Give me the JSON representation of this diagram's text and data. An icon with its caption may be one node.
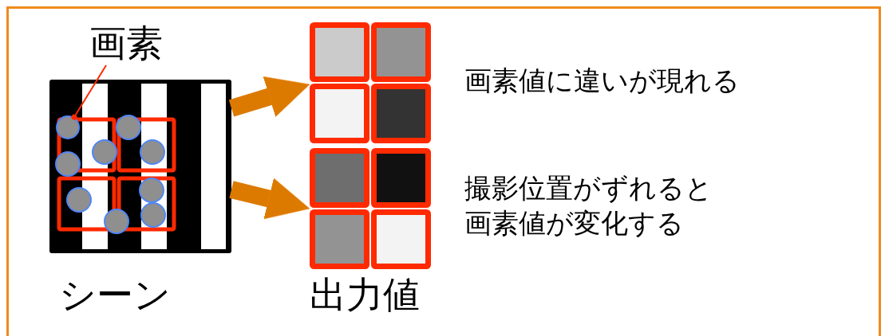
{
  "diagram": {
    "nodes": [
      {
        "text": [
          "画素"
        ]
      },
      {
        "text": [],
        "shape": "picture",
        "beside": [
          "シーン"
        ]
      },
      {
        "text": [],
        "shape": "circle",
        "in": 1
      },
      {
        "text": [],
        "shape": "box"
      },
      {
        "text": [],
        "shape": "box"
      }
    ],
    "edges": [
      {
        "from": 0,
        "to": 2,
        "arrow": "other",
        "color": "#ff2a00"
      },
      {
        "from": 1,
        "to": 3,
        "arrow": "to"
      },
      {
        "from": 1,
        "to": 4,
        "arrow": "to"
      }
    ],
    "labels": [
      "出力値",
      "画素値に違いが現れる",
      "撮影位置がずれると画素値が変化する"
    ]
  }
}
